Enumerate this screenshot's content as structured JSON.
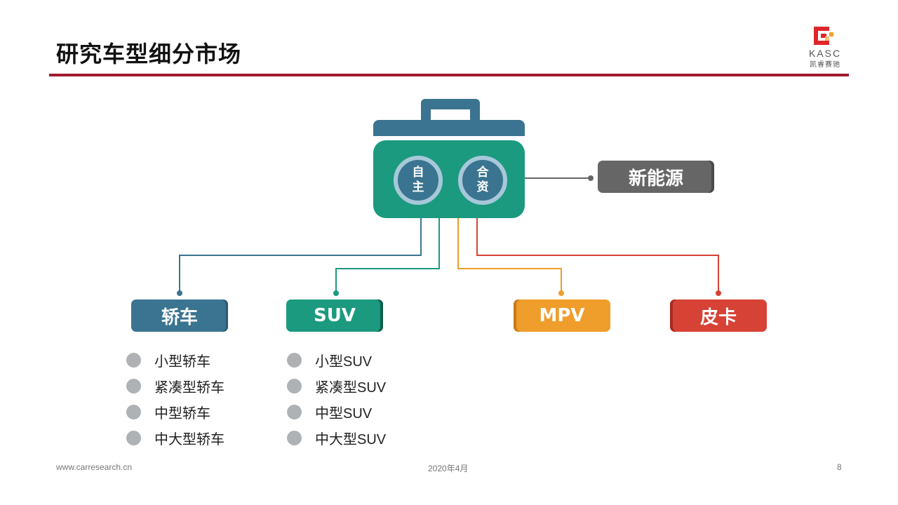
{
  "header": {
    "title": "研究车型细分市场",
    "logo_text": "KASC",
    "logo_subtext": "凯睿赛驰"
  },
  "colors": {
    "accent_rule": "#a01b30",
    "sedan": "#3a7490",
    "suv": "#1b9a7f",
    "mpv": "#ef9d2b",
    "pickup": "#d64235",
    "new_energy": "#666666"
  },
  "hub": {
    "circle_left": "自\n主",
    "circle_left_lines": [
      "自",
      "主"
    ],
    "circle_right_lines": [
      "合",
      "资"
    ]
  },
  "new_energy": {
    "label": "新能源"
  },
  "categories": [
    {
      "label": "轿车",
      "items": [
        "小型轿车",
        "紧凑型轿车",
        "中型轿车",
        "中大型轿车"
      ]
    },
    {
      "label": "SUV",
      "items": [
        "小型SUV",
        "紧凑型SUV",
        "中型SUV",
        "中大型SUV"
      ]
    },
    {
      "label": "MPV",
      "items": []
    },
    {
      "label": "皮卡",
      "items": []
    }
  ],
  "footer": {
    "url": "www.carresearch.cn",
    "date": "2020年4月",
    "page": "8"
  }
}
